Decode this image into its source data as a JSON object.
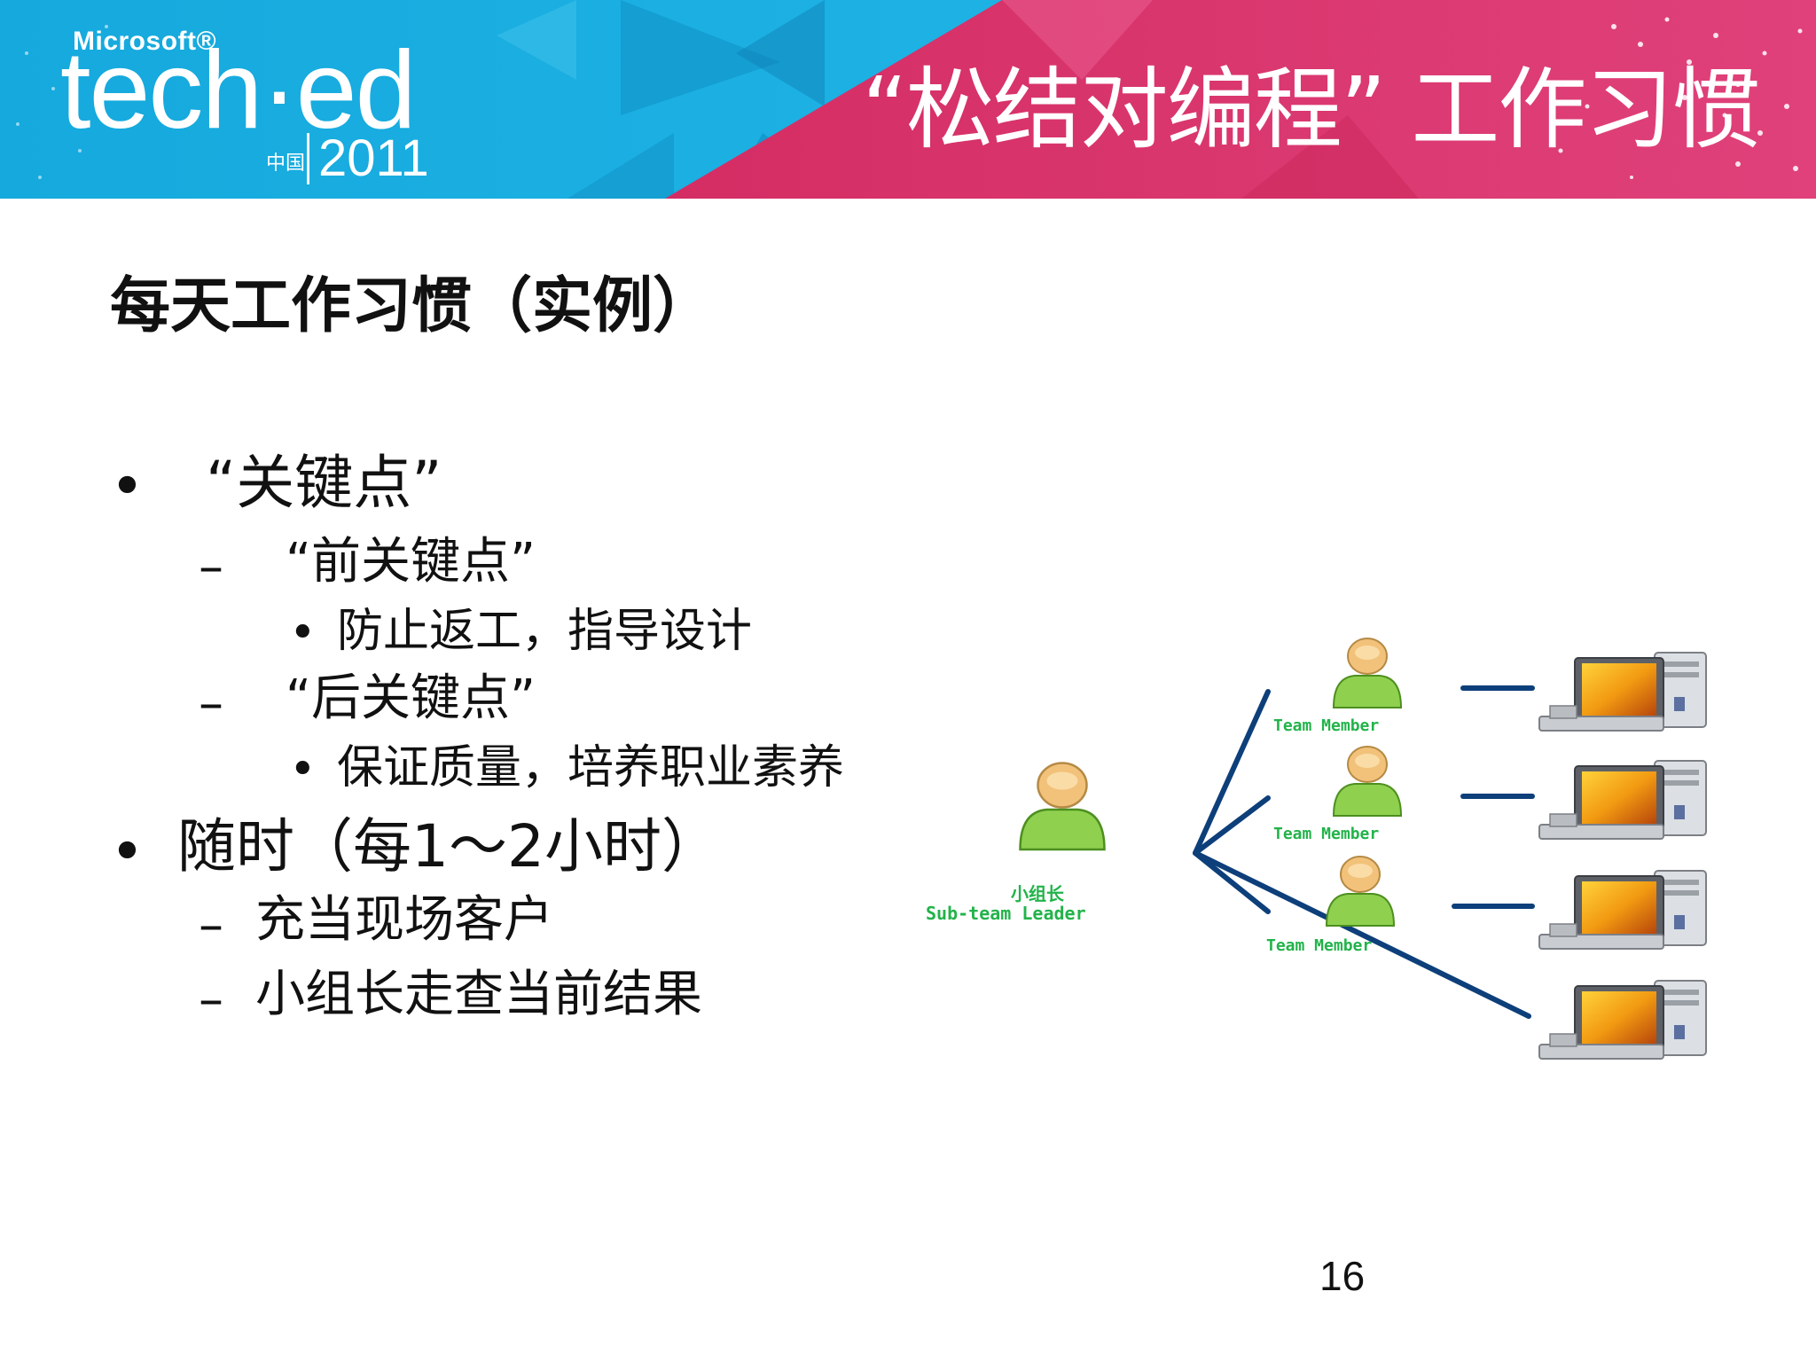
{
  "header": {
    "brand_company": "Microsoft®",
    "brand_event": "tech·ed",
    "brand_region": "中国",
    "brand_year": "2011",
    "title": "“松结对编程” 工作习惯",
    "colors": {
      "left_blue": "#1aaee0",
      "right_pink": "#d9336a",
      "text": "#ffffff"
    }
  },
  "heading": "每天工作习惯（实例）",
  "bullets": [
    {
      "text": "“关键点”",
      "children": [
        {
          "text": "“前关键点”",
          "children": [
            {
              "text": "防止返工，指导设计"
            }
          ]
        },
        {
          "text": "“后关键点”",
          "children": [
            {
              "text": "保证质量，培养职业素养"
            }
          ]
        }
      ]
    },
    {
      "text": "随时（每1～2小时）",
      "children": [
        {
          "text": "充当现场客户"
        },
        {
          "text": "小组长走查当前结果"
        }
      ]
    }
  ],
  "diagram": {
    "leader_cn": "小组长",
    "leader_en": "Sub-team Leader",
    "member_label": "Team Member",
    "member_count": 3,
    "computer_count": 4,
    "icons": [
      "person-icon",
      "computer-icon"
    ],
    "colors": {
      "line": "#0d3f7a",
      "caption": "#22b34a",
      "person_body": "#8fd14f",
      "person_head": "#f2c27a"
    }
  },
  "page_number": "16"
}
